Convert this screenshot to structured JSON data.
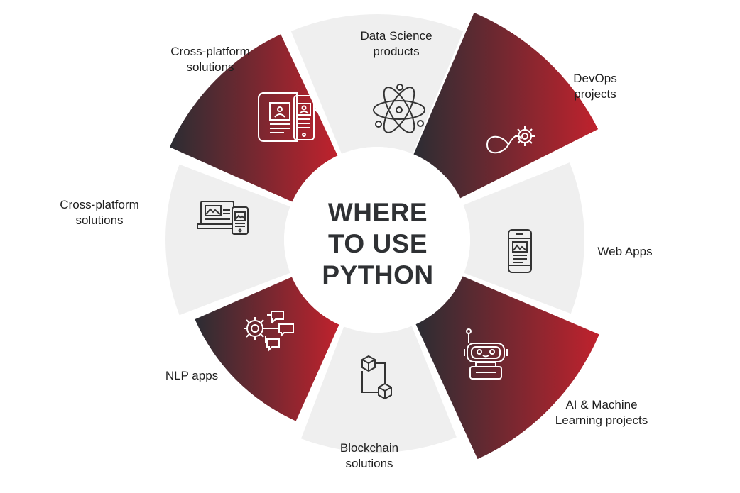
{
  "center_title": [
    "WHERE",
    "TO USE",
    "PYTHON"
  ],
  "colors": {
    "light_segment": "#efefef",
    "dark_gradient_start": "#2b2d33",
    "dark_gradient_end": "#c0222d",
    "icon_dark": "#ffffff",
    "icon_light": "#333333",
    "title": "#2f3134"
  },
  "segments": [
    {
      "id": "data-science",
      "label": [
        "Data Science",
        "products"
      ],
      "style": "light",
      "icon": "atom-icon"
    },
    {
      "id": "devops",
      "label": [
        "DevOps",
        "projects"
      ],
      "style": "dark",
      "icon": "infinity-gear-icon"
    },
    {
      "id": "web-apps",
      "label": [
        "Web Apps"
      ],
      "style": "light",
      "icon": "smartphone-icon"
    },
    {
      "id": "ai-ml",
      "label": [
        "AI & Machine",
        "Learning projects"
      ],
      "style": "dark",
      "icon": "robot-icon"
    },
    {
      "id": "blockchain",
      "label": [
        "Blockchain",
        "solutions"
      ],
      "style": "light",
      "icon": "blockchain-cubes-icon"
    },
    {
      "id": "nlp",
      "label": [
        "NLP apps"
      ],
      "style": "dark",
      "icon": "gear-chat-icon"
    },
    {
      "id": "cross-platform-2",
      "label": [
        "Cross-platform",
        "solutions"
      ],
      "style": "light",
      "icon": "laptop-phone-icon"
    },
    {
      "id": "cross-platform-1",
      "label": [
        "Cross-platform",
        "solutions"
      ],
      "style": "dark",
      "icon": "tablet-phone-icon"
    }
  ]
}
